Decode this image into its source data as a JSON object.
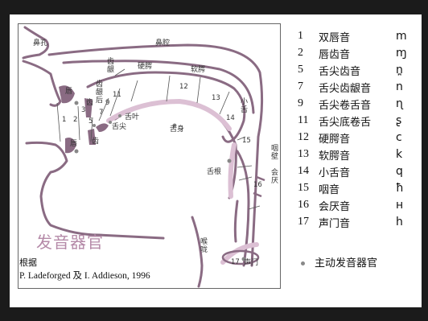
{
  "diagram": {
    "title": "发音器官",
    "source_label": "根据",
    "source_citation": "P. Ladeforged 及 I. Addieson, 1996",
    "labels": {
      "nostril": "鼻孔",
      "nasal_cavity": "鼻腔",
      "alveolar_ridge": "齿龈",
      "post_alveolar": "齿龈后",
      "hard_palate": "硬腭",
      "soft_palate": "软腭",
      "upper_lip": "唇",
      "upper_teeth": "齿",
      "lower_lip": "唇",
      "lower_teeth": "齿",
      "tongue_blade": "舌叶",
      "tongue_tip": "舌尖",
      "tongue_body": "舌身",
      "uvula": "小舌",
      "pharynx_wall": "咽壁",
      "epiglottis": "会厌",
      "tongue_root": "舌根",
      "larynx": "喉咙",
      "glottis": "声门"
    },
    "region_numbers": [
      "1",
      "2",
      "3",
      "5",
      "7",
      "9",
      "11",
      "12",
      "13",
      "14",
      "15",
      "16",
      "17"
    ]
  },
  "legend": [
    {
      "num": "1",
      "name": "双唇音",
      "ipa": "m"
    },
    {
      "num": "2",
      "name": "唇齿音",
      "ipa": "ɱ"
    },
    {
      "num": "5",
      "name": "舌尖齿音",
      "ipa": "n̪"
    },
    {
      "num": "7",
      "name": "舌尖齿龈音",
      "ipa": "n"
    },
    {
      "num": "9",
      "name": "舌尖卷舌音",
      "ipa": "ɳ"
    },
    {
      "num": "11",
      "name": "舌尖底卷舌",
      "ipa": "ʂ"
    },
    {
      "num": "12",
      "name": "硬腭音",
      "ipa": "c"
    },
    {
      "num": "13",
      "name": "软腭音",
      "ipa": "k"
    },
    {
      "num": "14",
      "name": "小舌音",
      "ipa": "q"
    },
    {
      "num": "15",
      "name": "咽音",
      "ipa": "ħ"
    },
    {
      "num": "16",
      "name": "会厌音",
      "ipa": "ʜ"
    },
    {
      "num": "17",
      "name": "声门音",
      "ipa": "h"
    }
  ],
  "active_note": "主动发音器官"
}
